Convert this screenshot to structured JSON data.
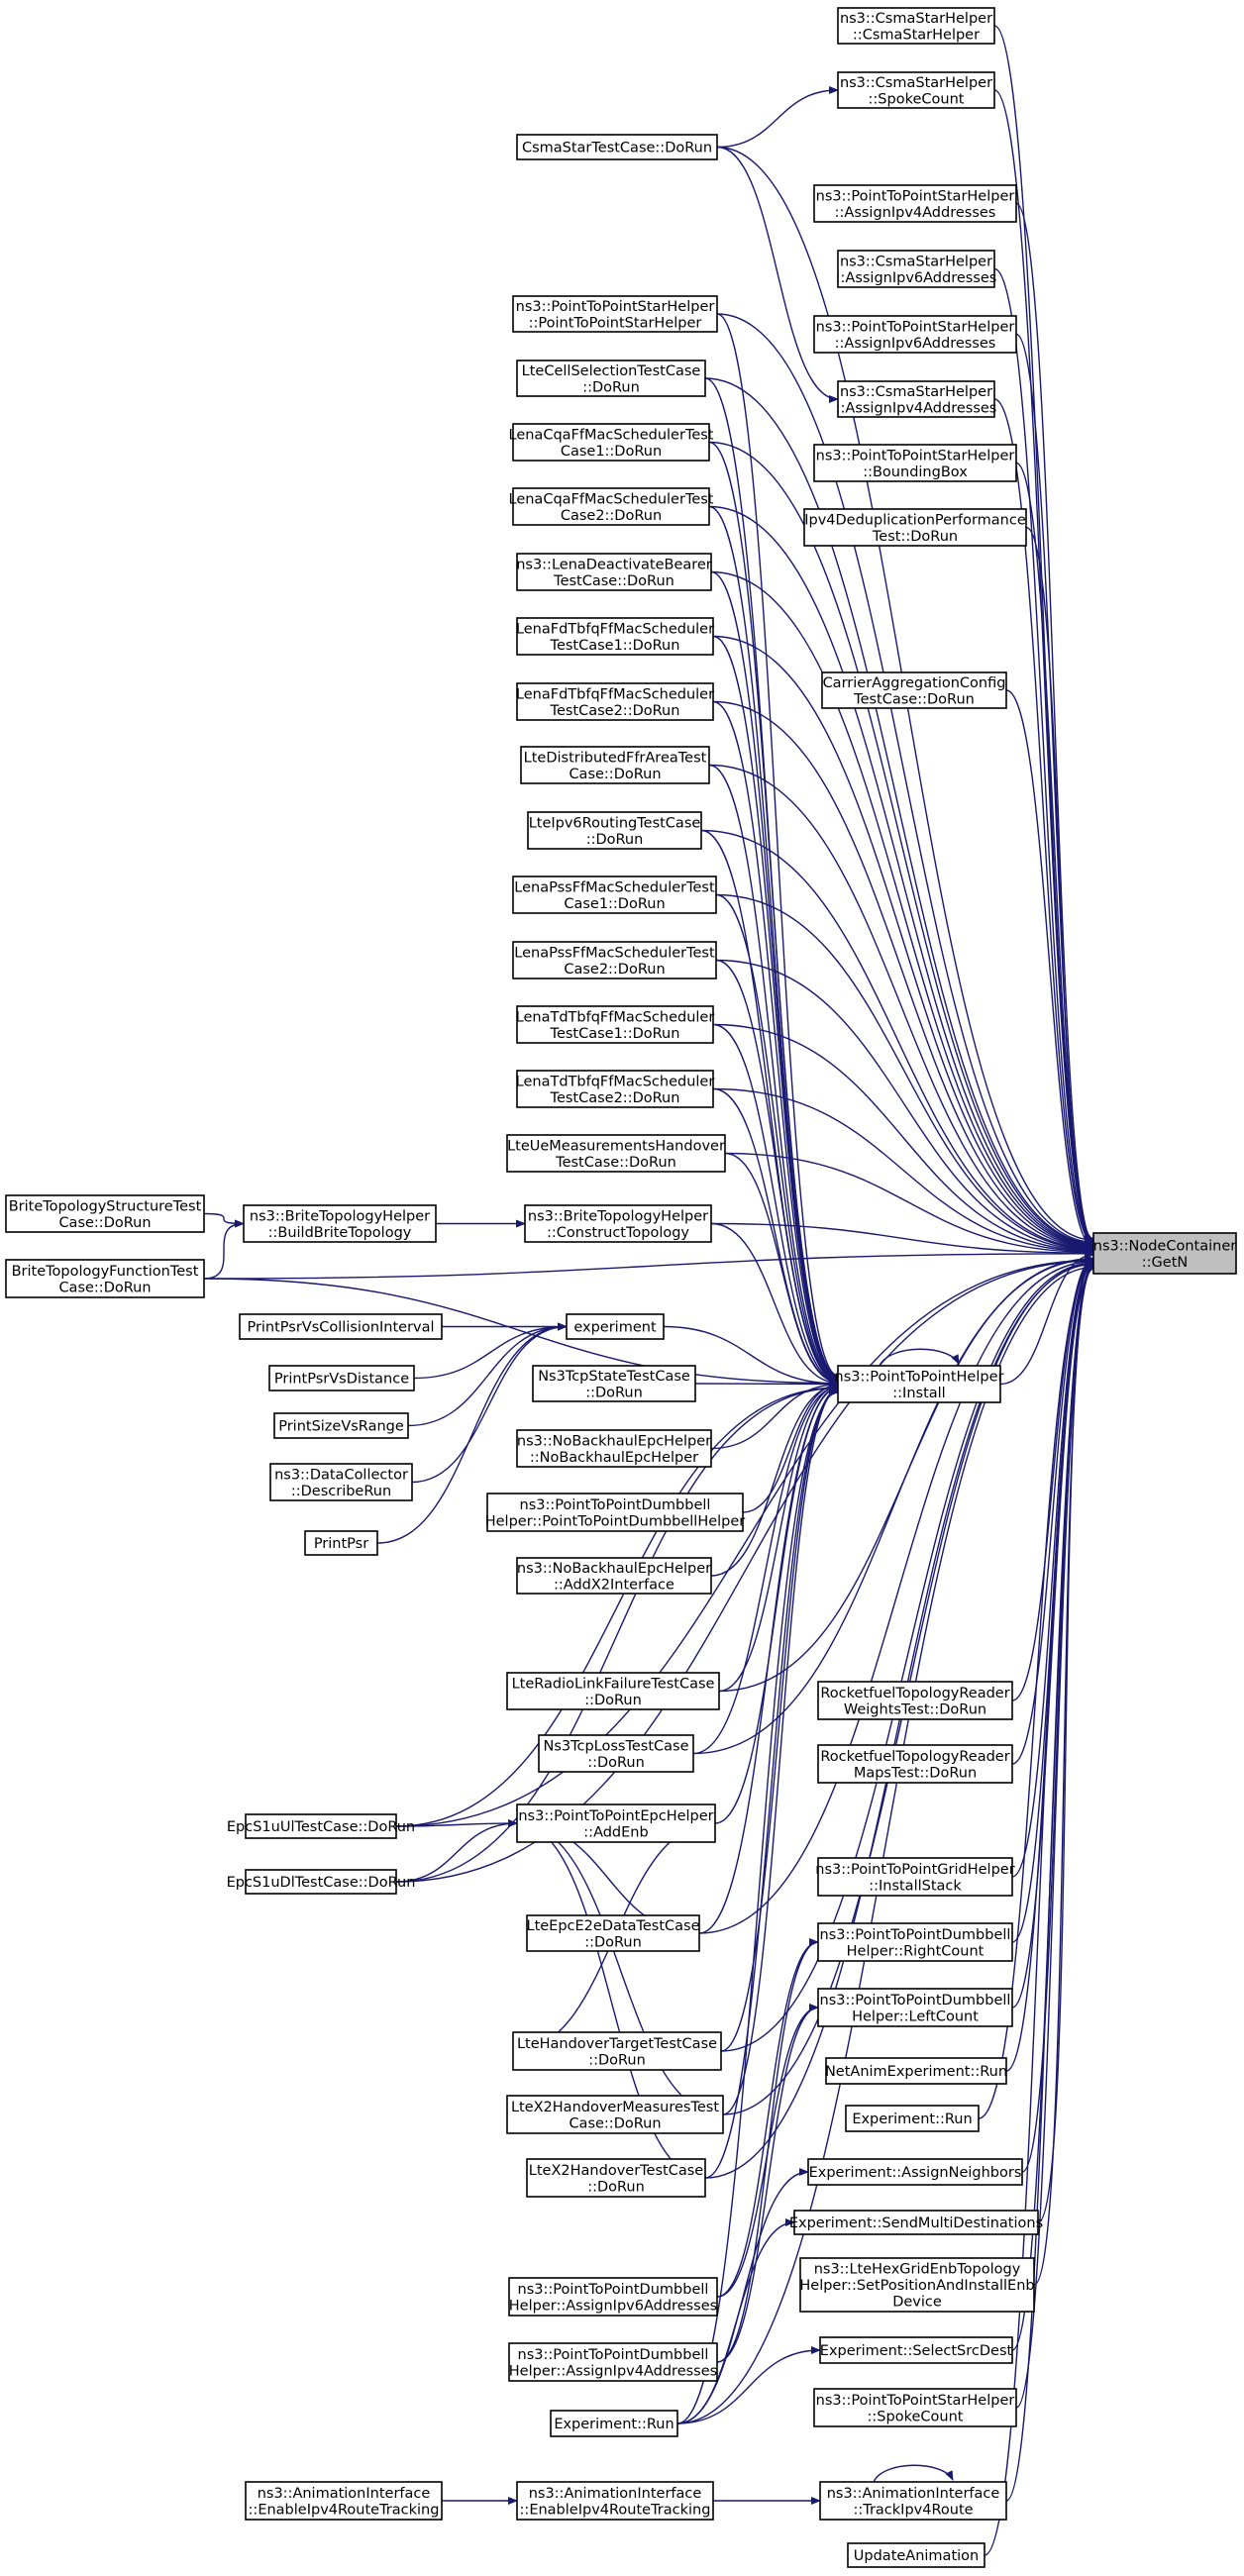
{
  "title": "",
  "colors": {
    "edge": "#191970",
    "root_fill": "#bfbfbf",
    "node_fill": "#ffffff",
    "node_border": "#000000"
  },
  "nodes": [
    {
      "id": "getn",
      "lines": [
        "ns3::NodeContainer",
        "::GetN"
      ]
    },
    {
      "id": "csma_ctor",
      "lines": [
        "ns3::CsmaStarHelper",
        "::CsmaStarHelper"
      ]
    },
    {
      "id": "csma_spoke",
      "lines": [
        "ns3::CsmaStarHelper",
        "::SpokeCount"
      ]
    },
    {
      "id": "csmatest",
      "lines": [
        "CsmaStarTestCase::DoRun"
      ]
    },
    {
      "id": "p2pstar_ipv4",
      "lines": [
        "ns3::PointToPointStarHelper",
        "::AssignIpv4Addresses"
      ]
    },
    {
      "id": "csma_ipv6",
      "lines": [
        "ns3::CsmaStarHelper",
        "::AssignIpv6Addresses"
      ]
    },
    {
      "id": "p2pstar_ipv6",
      "lines": [
        "ns3::PointToPointStarHelper",
        "::AssignIpv6Addresses"
      ]
    },
    {
      "id": "csma_ipv4",
      "lines": [
        "ns3::CsmaStarHelper",
        "::AssignIpv4Addresses"
      ]
    },
    {
      "id": "p2pstar_bbox",
      "lines": [
        "ns3::PointToPointStarHelper",
        "::BoundingBox"
      ]
    },
    {
      "id": "ipv4dedup",
      "lines": [
        "Ipv4DeduplicationPerformance",
        "Test::DoRun"
      ]
    },
    {
      "id": "carrier",
      "lines": [
        "CarrierAggregationConfig",
        "TestCase::DoRun"
      ]
    },
    {
      "id": "p2pstar_ctor",
      "lines": [
        "ns3::PointToPointStarHelper",
        "::PointToPointStarHelper"
      ]
    },
    {
      "id": "ltecell",
      "lines": [
        "LteCellSelectionTestCase",
        "::DoRun"
      ]
    },
    {
      "id": "cqa1",
      "lines": [
        "LenaCqaFfMacSchedulerTest",
        "Case1::DoRun"
      ]
    },
    {
      "id": "cqa2",
      "lines": [
        "LenaCqaFfMacSchedulerTest",
        "Case2::DoRun"
      ]
    },
    {
      "id": "deact",
      "lines": [
        "ns3::LenaDeactivateBearer",
        "TestCase::DoRun"
      ]
    },
    {
      "id": "fdtbfq1",
      "lines": [
        "LenaFdTbfqFfMacScheduler",
        "TestCase1::DoRun"
      ]
    },
    {
      "id": "fdtbfq2",
      "lines": [
        "LenaFdTbfqFfMacScheduler",
        "TestCase2::DoRun"
      ]
    },
    {
      "id": "distffr",
      "lines": [
        "LteDistributedFfrAreaTest",
        "Case::DoRun"
      ]
    },
    {
      "id": "ipv6routing",
      "lines": [
        "LteIpv6RoutingTestCase",
        "::DoRun"
      ]
    },
    {
      "id": "pss1",
      "lines": [
        "LenaPssFfMacSchedulerTest",
        "Case1::DoRun"
      ]
    },
    {
      "id": "pss2",
      "lines": [
        "LenaPssFfMacSchedulerTest",
        "Case2::DoRun"
      ]
    },
    {
      "id": "tdtbfq1",
      "lines": [
        "LenaTdTbfqFfMacScheduler",
        "TestCase1::DoRun"
      ]
    },
    {
      "id": "tdtbfq2",
      "lines": [
        "LenaTdTbfqFfMacScheduler",
        "TestCase2::DoRun"
      ]
    },
    {
      "id": "uemeas",
      "lines": [
        "LteUeMeasurementsHandover",
        "TestCase::DoRun"
      ]
    },
    {
      "id": "britestruct",
      "lines": [
        "BriteTopologyStructureTest",
        "Case::DoRun"
      ]
    },
    {
      "id": "britebuild",
      "lines": [
        "ns3::BriteTopologyHelper",
        "::BuildBriteTopology"
      ]
    },
    {
      "id": "britecons",
      "lines": [
        "ns3::BriteTopologyHelper",
        "::ConstructTopology"
      ]
    },
    {
      "id": "britefunc",
      "lines": [
        "BriteTopologyFunctionTest",
        "Case::DoRun"
      ]
    },
    {
      "id": "psrvscoll",
      "lines": [
        "PrintPsrVsCollisionInterval"
      ]
    },
    {
      "id": "experiment",
      "lines": [
        "experiment"
      ]
    },
    {
      "id": "psrvsdist",
      "lines": [
        "PrintPsrVsDistance"
      ]
    },
    {
      "id": "sizevsrange",
      "lines": [
        "PrintSizeVsRange"
      ]
    },
    {
      "id": "describerun",
      "lines": [
        "ns3::DataCollector",
        "::DescribeRun"
      ]
    },
    {
      "id": "printpsr",
      "lines": [
        "PrintPsr"
      ]
    },
    {
      "id": "tcpstate",
      "lines": [
        "Ns3TcpStateTestCase",
        "::DoRun"
      ]
    },
    {
      "id": "p2pinstall",
      "lines": [
        "ns3::PointToPointHelper",
        "::Install"
      ]
    },
    {
      "id": "nobackhaul",
      "lines": [
        "ns3::NoBackhaulEpcHelper",
        "::NoBackhaulEpcHelper"
      ]
    },
    {
      "id": "dumbbell_ctor",
      "lines": [
        "ns3::PointToPointDumbbell",
        "Helper::PointToPointDumbbellHelper"
      ]
    },
    {
      "id": "addx2",
      "lines": [
        "ns3::NoBackhaulEpcHelper",
        "::AddX2Interface"
      ]
    },
    {
      "id": "rlf",
      "lines": [
        "LteRadioLinkFailureTestCase",
        "::DoRun"
      ]
    },
    {
      "id": "tcploss",
      "lines": [
        "Ns3TcpLossTestCase",
        "::DoRun"
      ]
    },
    {
      "id": "rocketweights",
      "lines": [
        "RocketfuelTopologyReader",
        "WeightsTest::DoRun"
      ]
    },
    {
      "id": "rocketmaps",
      "lines": [
        "RocketfuelTopologyReader",
        "MapsTest::DoRun"
      ]
    },
    {
      "id": "epcul",
      "lines": [
        "EpcS1uUlTestCase::DoRun"
      ]
    },
    {
      "id": "addenb",
      "lines": [
        "ns3::PointToPointEpcHelper",
        "::AddEnb"
      ]
    },
    {
      "id": "epcdl",
      "lines": [
        "EpcS1uDlTestCase::DoRun"
      ]
    },
    {
      "id": "gridstack",
      "lines": [
        "ns3::PointToPointGridHelper",
        "::InstallStack"
      ]
    },
    {
      "id": "e2edata",
      "lines": [
        "LteEpcE2eDataTestCase",
        "::DoRun"
      ]
    },
    {
      "id": "rightcount",
      "lines": [
        "ns3::PointToPointDumbbell",
        "Helper::RightCount"
      ]
    },
    {
      "id": "leftcount",
      "lines": [
        "ns3::PointToPointDumbbell",
        "Helper::LeftCount"
      ]
    },
    {
      "id": "handovertarget",
      "lines": [
        "LteHandoverTargetTestCase",
        "::DoRun"
      ]
    },
    {
      "id": "netanim",
      "lines": [
        "NetAnimExperiment::Run"
      ]
    },
    {
      "id": "x2meas",
      "lines": [
        "LteX2HandoverMeasuresTest",
        "Case::DoRun"
      ]
    },
    {
      "id": "exprun1",
      "lines": [
        "Experiment::Run"
      ]
    },
    {
      "id": "x2handover",
      "lines": [
        "LteX2HandoverTestCase",
        "::DoRun"
      ]
    },
    {
      "id": "assignneighbors",
      "lines": [
        "Experiment::AssignNeighbors"
      ]
    },
    {
      "id": "sendmulti",
      "lines": [
        "Experiment::SendMultiDestinations"
      ]
    },
    {
      "id": "hexgrid",
      "lines": [
        "ns3::LteHexGridEnbTopology",
        "Helper::SetPositionAndInstallEnb",
        "Device"
      ]
    },
    {
      "id": "dumbbell_ipv6",
      "lines": [
        "ns3::PointToPointDumbbell",
        "Helper::AssignIpv6Addresses"
      ]
    },
    {
      "id": "dumbbell_ipv4",
      "lines": [
        "ns3::PointToPointDumbbell",
        "Helper::AssignIpv4Addresses"
      ]
    },
    {
      "id": "selectsrcdest",
      "lines": [
        "Experiment::SelectSrcDest"
      ]
    },
    {
      "id": "exprun2",
      "lines": [
        "Experiment::Run"
      ]
    },
    {
      "id": "p2pstar_spoke",
      "lines": [
        "ns3::PointToPointStarHelper",
        "::SpokeCount"
      ]
    },
    {
      "id": "anim_enable1",
      "lines": [
        "ns3::AnimationInterface",
        "::EnableIpv4RouteTracking"
      ]
    },
    {
      "id": "anim_enable2",
      "lines": [
        "ns3::AnimationInterface",
        "::EnableIpv4RouteTracking"
      ]
    },
    {
      "id": "anim_track",
      "lines": [
        "ns3::AnimationInterface",
        "::TrackIpv4Route"
      ]
    },
    {
      "id": "updateanim",
      "lines": [
        "UpdateAnimation"
      ]
    }
  ],
  "edges": [
    [
      "csma_ctor",
      "getn"
    ],
    [
      "csma_spoke",
      "getn"
    ],
    [
      "csmatest",
      "csma_spoke"
    ],
    [
      "csmatest",
      "getn"
    ],
    [
      "csmatest",
      "csma_ipv4"
    ],
    [
      "p2pstar_ipv4",
      "getn"
    ],
    [
      "csma_ipv6",
      "getn"
    ],
    [
      "p2pstar_ipv6",
      "getn"
    ],
    [
      "csma_ipv4",
      "getn"
    ],
    [
      "p2pstar_bbox",
      "getn"
    ],
    [
      "ipv4dedup",
      "getn"
    ],
    [
      "carrier",
      "getn"
    ],
    [
      "p2pstar_ctor",
      "getn"
    ],
    [
      "ltecell",
      "getn"
    ],
    [
      "cqa1",
      "getn"
    ],
    [
      "cqa2",
      "getn"
    ],
    [
      "deact",
      "getn"
    ],
    [
      "fdtbfq1",
      "getn"
    ],
    [
      "fdtbfq2",
      "getn"
    ],
    [
      "distffr",
      "getn"
    ],
    [
      "ipv6routing",
      "getn"
    ],
    [
      "pss1",
      "getn"
    ],
    [
      "pss2",
      "getn"
    ],
    [
      "tdtbfq1",
      "getn"
    ],
    [
      "tdtbfq2",
      "getn"
    ],
    [
      "uemeas",
      "getn"
    ],
    [
      "p2pstar_ctor",
      "p2pinstall"
    ],
    [
      "ltecell",
      "p2pinstall"
    ],
    [
      "cqa1",
      "p2pinstall"
    ],
    [
      "cqa2",
      "p2pinstall"
    ],
    [
      "deact",
      "p2pinstall"
    ],
    [
      "fdtbfq1",
      "p2pinstall"
    ],
    [
      "fdtbfq2",
      "p2pinstall"
    ],
    [
      "distffr",
      "p2pinstall"
    ],
    [
      "ipv6routing",
      "p2pinstall"
    ],
    [
      "pss1",
      "p2pinstall"
    ],
    [
      "pss2",
      "p2pinstall"
    ],
    [
      "tdtbfq1",
      "p2pinstall"
    ],
    [
      "tdtbfq2",
      "p2pinstall"
    ],
    [
      "uemeas",
      "p2pinstall"
    ],
    [
      "britestruct",
      "britebuild"
    ],
    [
      "britefunc",
      "britebuild"
    ],
    [
      "britebuild",
      "britecons"
    ],
    [
      "britecons",
      "getn"
    ],
    [
      "britecons",
      "p2pinstall"
    ],
    [
      "britefunc",
      "getn"
    ],
    [
      "britefunc",
      "p2pinstall"
    ],
    [
      "psrvscoll",
      "experiment"
    ],
    [
      "psrvsdist",
      "experiment"
    ],
    [
      "sizevsrange",
      "experiment"
    ],
    [
      "describerun",
      "experiment"
    ],
    [
      "printpsr",
      "experiment"
    ],
    [
      "experiment",
      "p2pinstall"
    ],
    [
      "tcpstate",
      "p2pinstall"
    ],
    [
      "nobackhaul",
      "p2pinstall"
    ],
    [
      "dumbbell_ctor",
      "p2pinstall"
    ],
    [
      "addx2",
      "p2pinstall"
    ],
    [
      "p2pinstall",
      "getn"
    ],
    [
      "p2pinstall",
      "p2pinstall"
    ],
    [
      "rlf",
      "p2pinstall"
    ],
    [
      "tcploss",
      "p2pinstall"
    ],
    [
      "epcul",
      "p2pinstall"
    ],
    [
      "epcdl",
      "p2pinstall"
    ],
    [
      "e2edata",
      "p2pinstall"
    ],
    [
      "handovertarget",
      "p2pinstall"
    ],
    [
      "x2meas",
      "p2pinstall"
    ],
    [
      "x2handover",
      "p2pinstall"
    ],
    [
      "exprun2",
      "p2pinstall"
    ],
    [
      "addenb",
      "p2pinstall"
    ],
    [
      "epcul",
      "addenb"
    ],
    [
      "epcdl",
      "addenb"
    ],
    [
      "e2edata",
      "addenb"
    ],
    [
      "handovertarget",
      "addenb"
    ],
    [
      "x2meas",
      "addenb"
    ],
    [
      "x2handover",
      "addenb"
    ],
    [
      "rlf",
      "getn"
    ],
    [
      "tcploss",
      "getn"
    ],
    [
      "rocketweights",
      "getn"
    ],
    [
      "rocketmaps",
      "getn"
    ],
    [
      "epcul",
      "getn"
    ],
    [
      "epcdl",
      "getn"
    ],
    [
      "gridstack",
      "getn"
    ],
    [
      "e2edata",
      "getn"
    ],
    [
      "rightcount",
      "getn"
    ],
    [
      "leftcount",
      "getn"
    ],
    [
      "handovertarget",
      "getn"
    ],
    [
      "netanim",
      "getn"
    ],
    [
      "x2meas",
      "getn"
    ],
    [
      "exprun1",
      "getn"
    ],
    [
      "x2handover",
      "getn"
    ],
    [
      "assignneighbors",
      "getn"
    ],
    [
      "sendmulti",
      "getn"
    ],
    [
      "hexgrid",
      "getn"
    ],
    [
      "dumbbell_ipv6",
      "rightcount"
    ],
    [
      "dumbbell_ipv6",
      "leftcount"
    ],
    [
      "dumbbell_ipv4",
      "rightcount"
    ],
    [
      "dumbbell_ipv4",
      "leftcount"
    ],
    [
      "exprun2",
      "assignneighbors"
    ],
    [
      "exprun2",
      "sendmulti"
    ],
    [
      "exprun2",
      "selectsrcdest"
    ],
    [
      "exprun2",
      "getn"
    ],
    [
      "selectsrcdest",
      "getn"
    ],
    [
      "p2pstar_spoke",
      "getn"
    ],
    [
      "anim_enable1",
      "anim_enable2"
    ],
    [
      "anim_enable2",
      "anim_track"
    ],
    [
      "anim_track",
      "getn"
    ],
    [
      "anim_track",
      "anim_track"
    ],
    [
      "updateanim",
      "getn"
    ]
  ]
}
